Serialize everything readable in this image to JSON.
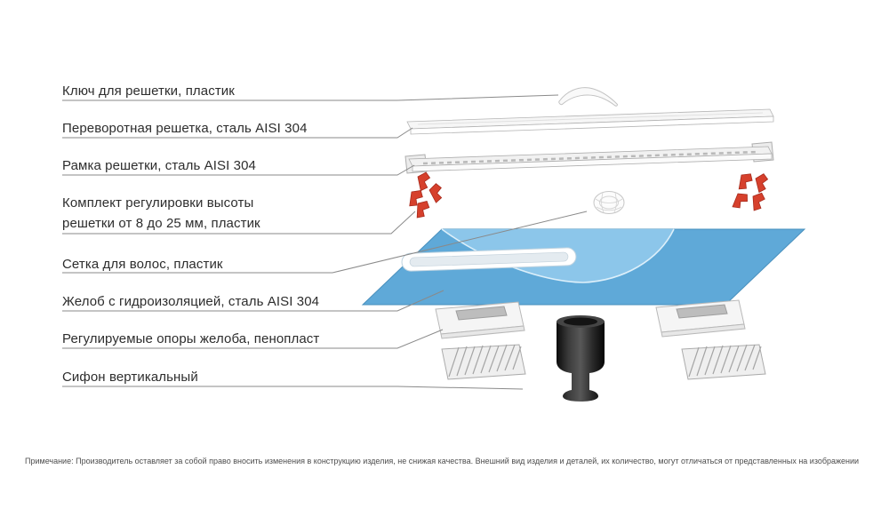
{
  "labels": [
    {
      "id": "key",
      "text": "Ключ для решетки, пластик"
    },
    {
      "id": "grate",
      "text": "Переворотная решетка, сталь AISI 304"
    },
    {
      "id": "frame",
      "text": "Рамка решетки, сталь AISI 304"
    },
    {
      "id": "height-kit",
      "text": "Комплект регулировки высоты решетки от 8 до 25 мм, пластик"
    },
    {
      "id": "hair-net",
      "text": "Сетка для волос, пластик"
    },
    {
      "id": "channel",
      "text": "Желоб с гидроизоляцией, сталь AISI 304"
    },
    {
      "id": "supports",
      "text": "Регулируемые опоры желоба, пенопласт"
    },
    {
      "id": "siphon",
      "text": "Сифон вертикальный"
    }
  ],
  "note": "Примечание: Производитель оставляет за собой право вносить изменения в конструкцию изделия, не снижая качества. Внешний вид изделия и деталей, их количество, могут отличаться от представленных на изображении",
  "colors": {
    "membrane": "#5fa9d8",
    "membrane_flap": "#8cc6ea",
    "clip_red": "#d6402c",
    "metal": "#f5f5f5",
    "metal_edge": "#b3b3b3",
    "foam": "#f2f2f2",
    "siphon": "#1d1d1d",
    "leader_line": "#8a8a8a",
    "label_text": "#2d2d2d",
    "note_text": "#4d4d4d"
  }
}
